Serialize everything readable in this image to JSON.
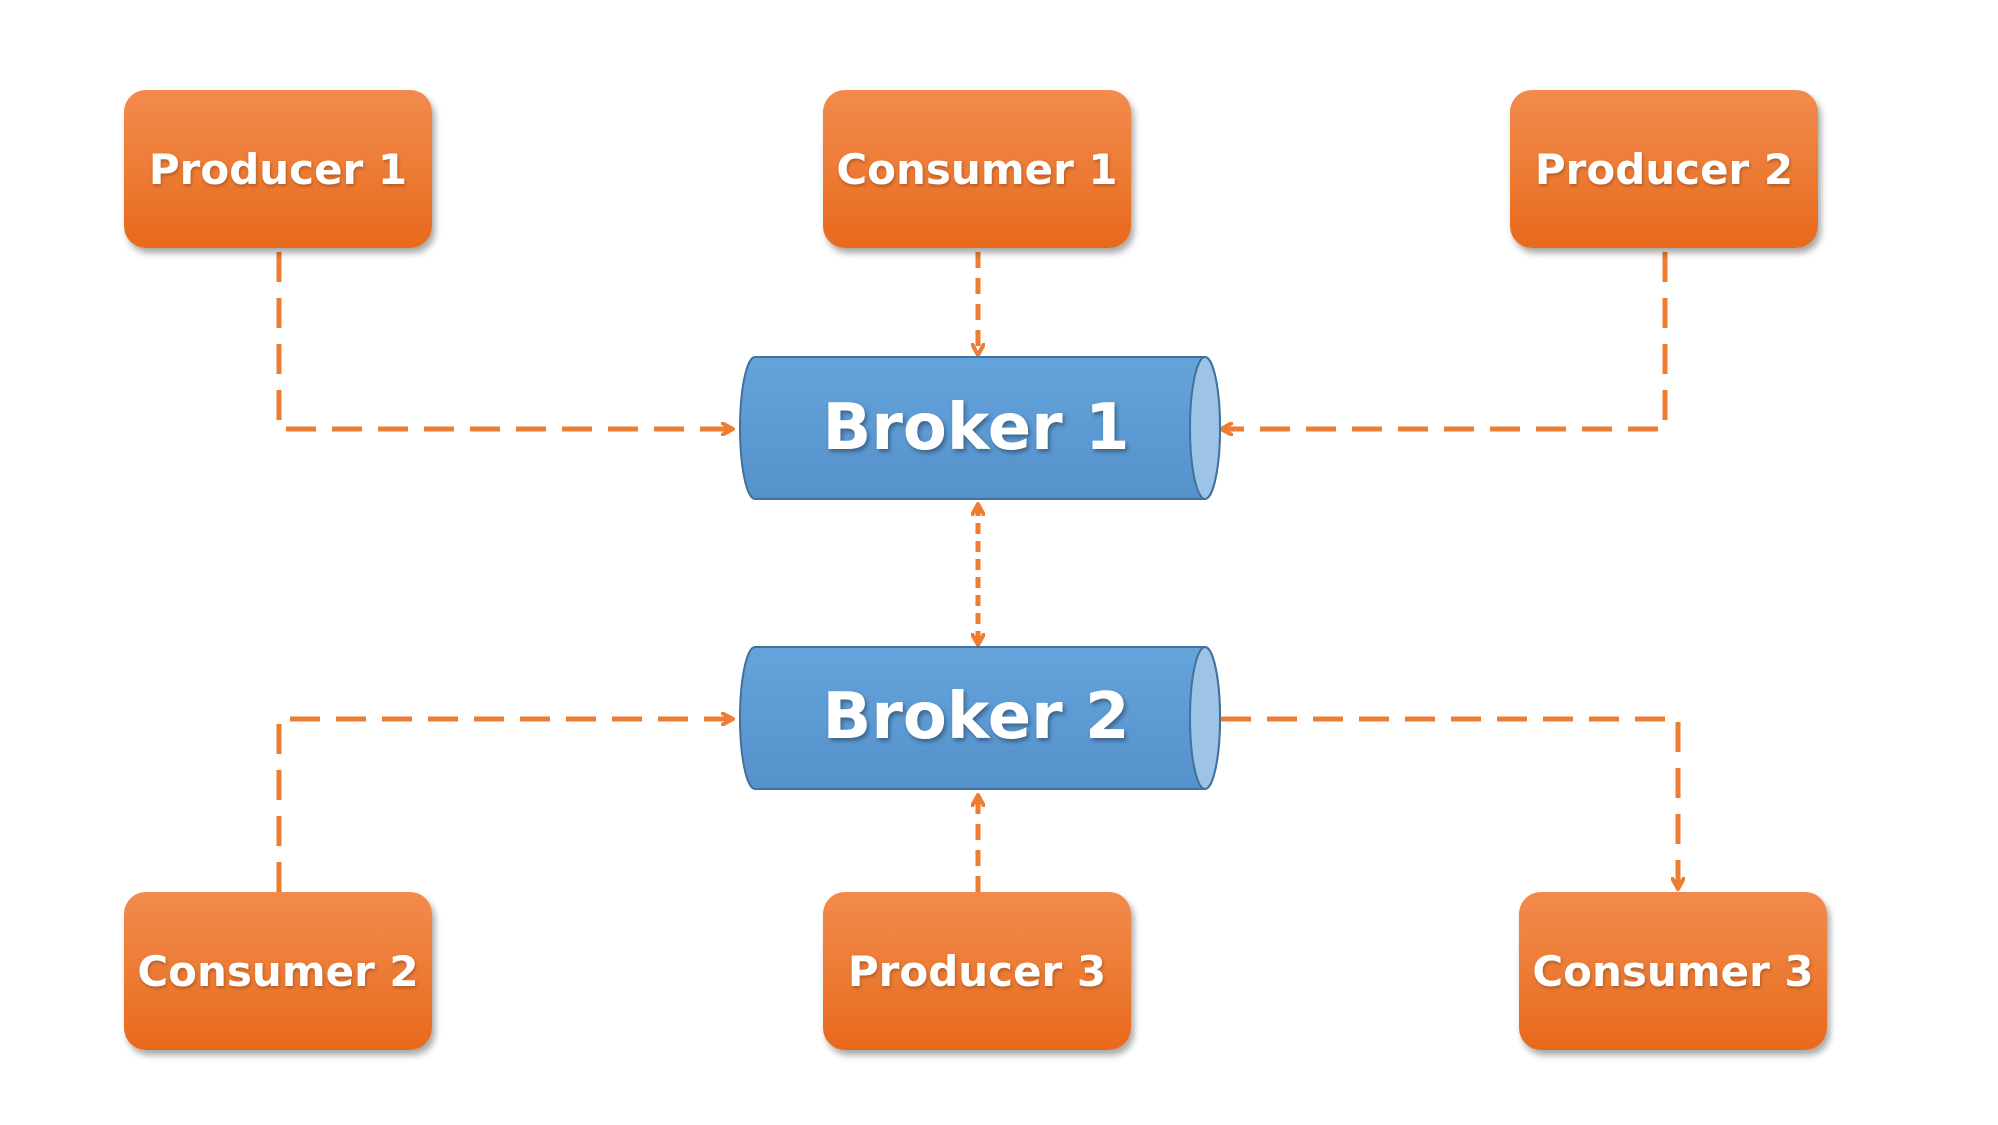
{
  "nodes": {
    "producer_1": "Producer 1",
    "consumer_1": "Consumer 1",
    "producer_2": "Producer 2",
    "consumer_2": "Consumer 2",
    "producer_3": "Producer 3",
    "consumer_3": "Consumer 3"
  },
  "brokers": {
    "broker_1": "Broker 1",
    "broker_2": "Broker 2"
  },
  "colors": {
    "node_fill": "#ec7a33",
    "broker_fill": "#5b9bd5",
    "broker_cap": "#9dc3e6",
    "broker_outline": "#41719c",
    "connector": "#ed7d31"
  },
  "connections": [
    {
      "from": "Producer 1",
      "to": "Broker 1"
    },
    {
      "from": "Consumer 1",
      "to": "Broker 1"
    },
    {
      "from": "Producer 2",
      "to": "Broker 1"
    },
    {
      "from": "Broker 1",
      "to": "Broker 2",
      "bidirectional": true
    },
    {
      "from": "Consumer 2",
      "to": "Broker 2"
    },
    {
      "from": "Producer 3",
      "to": "Broker 2"
    },
    {
      "from": "Broker 2",
      "to": "Consumer 3"
    }
  ]
}
